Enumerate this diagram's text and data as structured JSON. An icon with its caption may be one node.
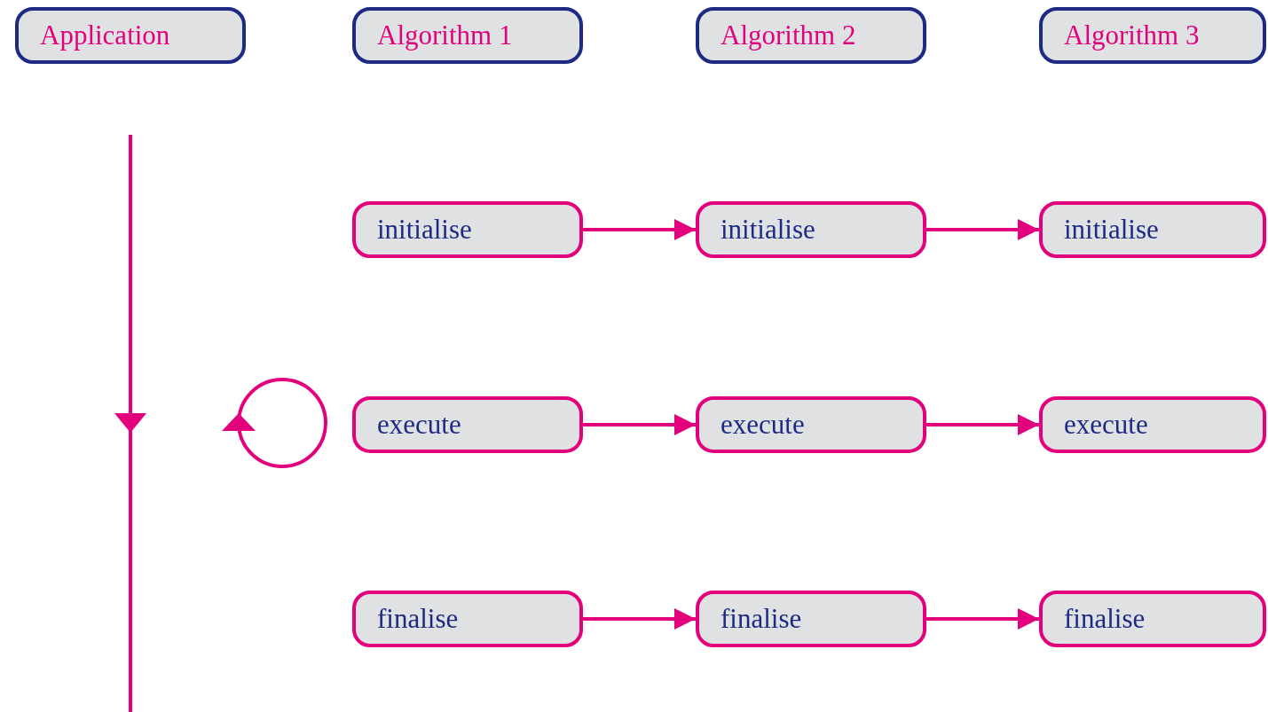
{
  "diagram": {
    "nodes": [
      {
        "text": [
          "Application"
        ]
      },
      {
        "text": [
          "Algorithm 1"
        ]
      },
      {
        "text": [
          "Algorithm 2"
        ]
      },
      {
        "text": [
          "Algorithm 3"
        ]
      },
      {
        "text": [
          "initialise"
        ]
      },
      {
        "text": [
          "initialise"
        ]
      },
      {
        "text": [
          "initialise"
        ]
      },
      {
        "text": [
          "execute"
        ]
      },
      {
        "text": [
          "execute"
        ]
      },
      {
        "text": [
          "execute"
        ]
      },
      {
        "text": [
          "finalise"
        ]
      },
      {
        "text": [
          "finalise"
        ]
      },
      {
        "text": [
          "finalise"
        ]
      }
    ],
    "edges": [
      {
        "from": 4,
        "to": 5,
        "arrow": "to"
      },
      {
        "from": 5,
        "to": 6,
        "arrow": "to"
      },
      {
        "from": 7,
        "to": 8,
        "arrow": "to"
      },
      {
        "from": 8,
        "to": 9,
        "arrow": "to"
      },
      {
        "from": 10,
        "to": 11,
        "arrow": "to"
      },
      {
        "from": 11,
        "to": 12,
        "arrow": "to"
      }
    ]
  }
}
